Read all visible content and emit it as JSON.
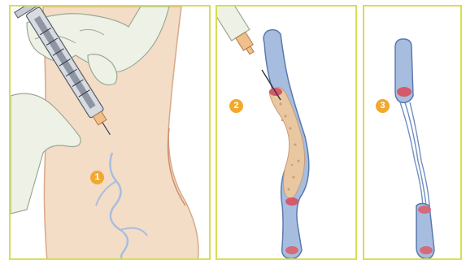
{
  "steps": [
    {
      "number": "1",
      "image": "syringe-injecting-leg-vein"
    },
    {
      "number": "2",
      "image": "foam-filling-vein"
    },
    {
      "number": "3",
      "image": "vein-collapsed"
    }
  ],
  "colors": {
    "panel_border": "#d8dd52",
    "badge": "#f0a92e",
    "skin": "#f4ddc6",
    "vein": "#9fb8da",
    "foam": "#e8c7a2",
    "glove": "#eef2e6"
  }
}
